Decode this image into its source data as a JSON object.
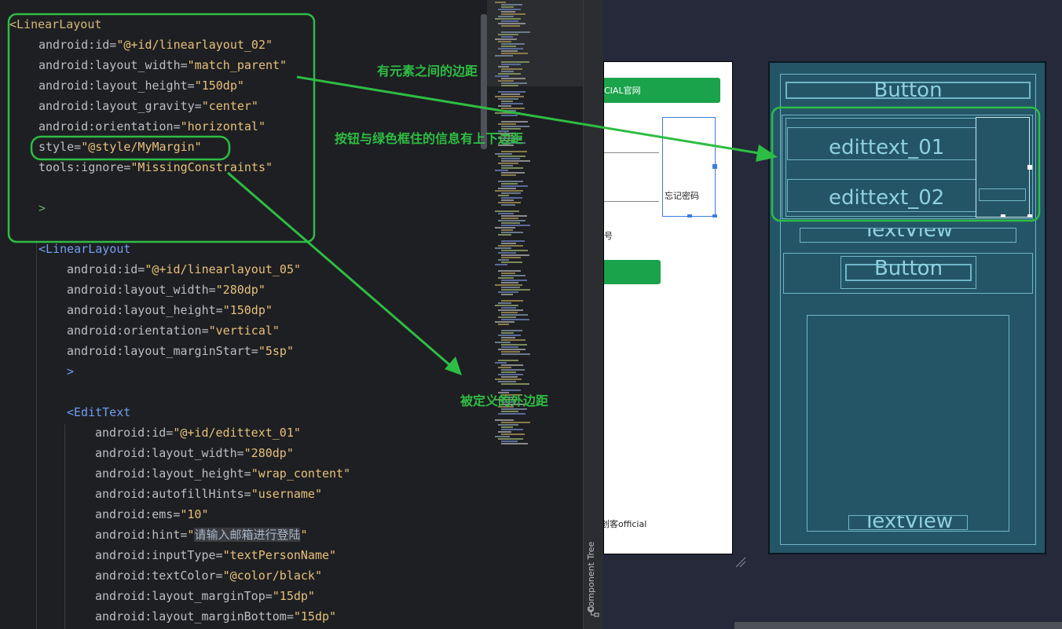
{
  "code": {
    "lines": [
      {
        "tag": "<LinearLayout"
      },
      {
        "attr": "android:id=",
        "val": "\"@+id/linearlayout_02\""
      },
      {
        "attr": "android:layout_width=",
        "val": "\"match_parent\""
      },
      {
        "attr": "android:layout_height=",
        "val": "\"150dp\""
      },
      {
        "attr": "android:layout_gravity=",
        "val": "\"center\""
      },
      {
        "attr": "android:orientation=",
        "val": "\"horizontal\""
      },
      {
        "attr": "style=",
        "val": "\"@style/MyMargin\""
      },
      {
        "attr": "tools:ignore=",
        "val": "\"MissingConstraints\""
      },
      {
        "close": ">"
      },
      {
        "tag": "<LinearLayout"
      },
      {
        "attr": "android:id=",
        "val": "\"@+id/linearlayout_05\""
      },
      {
        "attr": "android:layout_width=",
        "val": "\"280dp\""
      },
      {
        "attr": "android:layout_height=",
        "val": "\"150dp\""
      },
      {
        "attr": "android:orientation=",
        "val": "\"vertical\""
      },
      {
        "attr": "android:layout_marginStart=",
        "val": "\"5sp\""
      },
      {
        "close": ">"
      },
      {
        "tag": "<EditText"
      },
      {
        "attr": "android:id=",
        "val": "\"@+id/edittext_01\""
      },
      {
        "attr": "android:layout_width=",
        "val": "\"280dp\""
      },
      {
        "attr": "android:layout_height=",
        "val": "\"wrap_content\""
      },
      {
        "attr": "android:autofillHints=",
        "val": "\"username\""
      },
      {
        "attr": "android:ems=",
        "val": "\"10\""
      },
      {
        "attr": "android:hint=",
        "q1": "\"",
        "hint": "请输入邮箱进行登陆",
        "q2": "\""
      },
      {
        "attr": "android:inputType=",
        "val": "\"textPersonName\""
      },
      {
        "attr": "android:textColor=",
        "val": "\"@color/black\""
      },
      {
        "attr": "android:layout_marginTop=",
        "val": "\"15dp\""
      },
      {
        "attr": "android:layout_marginBottom=",
        "val": "\"15dp\""
      }
    ]
  },
  "annotations": {
    "spacing": "有元素之间的边距",
    "button_margin": "按钮与绿色框住的信息有上下边距",
    "defined_margin": "被定义的外边距"
  },
  "sidebar": {
    "component_tree": "Component Tree"
  },
  "preview": {
    "header": "CIAL官网",
    "forgot": "忘记密码",
    "partial_hao": "号",
    "footer": "创客official"
  },
  "blueprint": {
    "button_top": "Button",
    "edittext_01": "edittext_01",
    "edittext_02": "edittext_02",
    "textview_1": "TextView",
    "button_2": "Button",
    "textview_2": "TextView"
  },
  "colors": {
    "annotation_green": "#2ebd44",
    "preview_green": "#1aa34a",
    "blueprint_bg": "#245566",
    "editor_bg": "#1e1f22"
  }
}
